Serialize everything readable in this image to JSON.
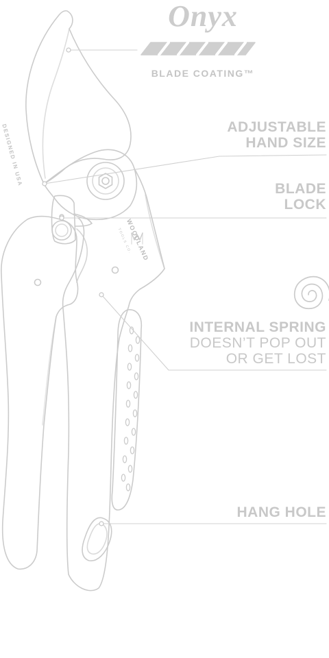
{
  "brand": {
    "name": "Onyx",
    "coating": "BLADE COATING™"
  },
  "engravings": {
    "origin": "DESIGNED IN USA",
    "maker": "WOODLAND",
    "maker_sub": "TOOLS CO."
  },
  "callouts": {
    "adjustable": [
      "ADJUSTABLE",
      "HAND SIZE"
    ],
    "lock": [
      "BLADE",
      "LOCK"
    ],
    "spring_title": "INTERNAL SPRING",
    "spring_detail": [
      "DOESN’T POP OUT",
      "OR GET LOST"
    ],
    "hang": "HANG HOLE"
  },
  "colors": {
    "outline": "#c9c9c9",
    "text": "#c8c8c8",
    "background": "#ffffff"
  }
}
